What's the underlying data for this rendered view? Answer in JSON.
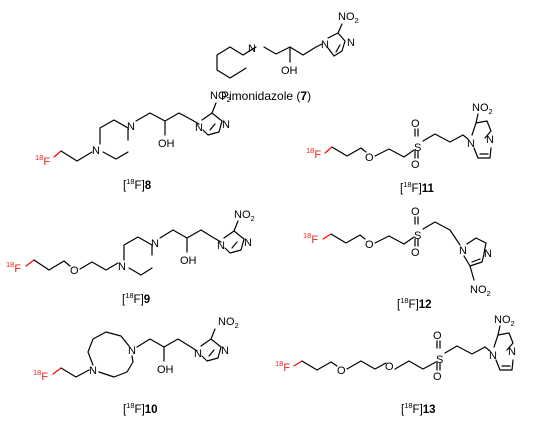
{
  "atoms": {
    "N": "N",
    "O": "O",
    "S": "S",
    "OH": "OH",
    "NO": "NO",
    "F": "F",
    "two": "2",
    "iso": "18"
  },
  "compounds": [
    {
      "id": "pimonidazole",
      "name": "Pimonidazole (",
      "number": "7",
      "close": ")"
    },
    {
      "id": "c8",
      "label": "F]",
      "number": "8"
    },
    {
      "id": "c9",
      "label": "F]",
      "number": "9"
    },
    {
      "id": "c10",
      "label": "F]",
      "number": "10"
    },
    {
      "id": "c11",
      "label": "F]",
      "number": "11"
    },
    {
      "id": "c12",
      "label": "F]",
      "number": "12"
    },
    {
      "id": "c13",
      "label": "F]",
      "number": "13"
    }
  ],
  "bracket": "[",
  "colors": {
    "fluorine": "#e8231f",
    "bond": "#000000"
  }
}
